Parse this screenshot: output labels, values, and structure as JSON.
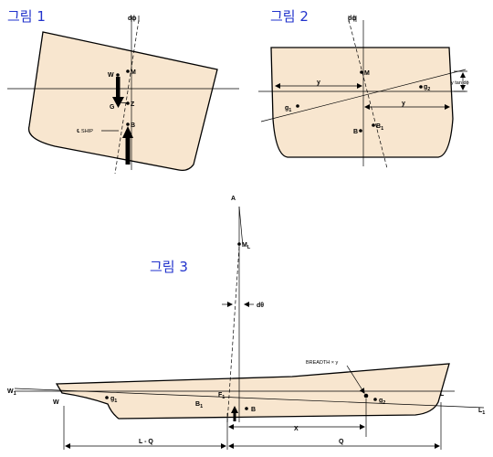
{
  "figures": {
    "fig1": {
      "title": "그림 1",
      "labels": {
        "dphi": "dϕ",
        "M": "M",
        "W": "W",
        "G": "G",
        "Z": "Z",
        "B": "B",
        "ship": "℄ SHIP"
      }
    },
    "fig2": {
      "title": "그림 2",
      "labels": {
        "dphi": "dϕ",
        "M": "M",
        "y_left": "y",
        "y_right": "y",
        "g2": "g",
        "g2_sub": "2",
        "g1": "g",
        "g1_sub": "1",
        "B": "B",
        "B1": "B",
        "B1_sub": "1",
        "ytan": "y tan dϕ"
      }
    },
    "fig3": {
      "title": "그림 3",
      "labels": {
        "A": "A",
        "ML": "M",
        "ML_sub": "L",
        "dtheta": "dθ",
        "breadth": "BREADTH × y",
        "W1": "W",
        "W1_sub": "1",
        "W": "W",
        "g1": "g",
        "g1_sub": "1",
        "F1": "F",
        "F1_sub": "1",
        "B1": "B",
        "B1_sub": "1",
        "B": "B",
        "g2": "g",
        "g2_sub": "2",
        "L": "L",
        "L1": "L",
        "L1_sub": "1",
        "X": "X",
        "LQ": "L - Q",
        "Q": "Q"
      }
    }
  },
  "colors": {
    "hull_fill": "#f8e6cf",
    "title": "#2233cc",
    "line": "#000000"
  }
}
